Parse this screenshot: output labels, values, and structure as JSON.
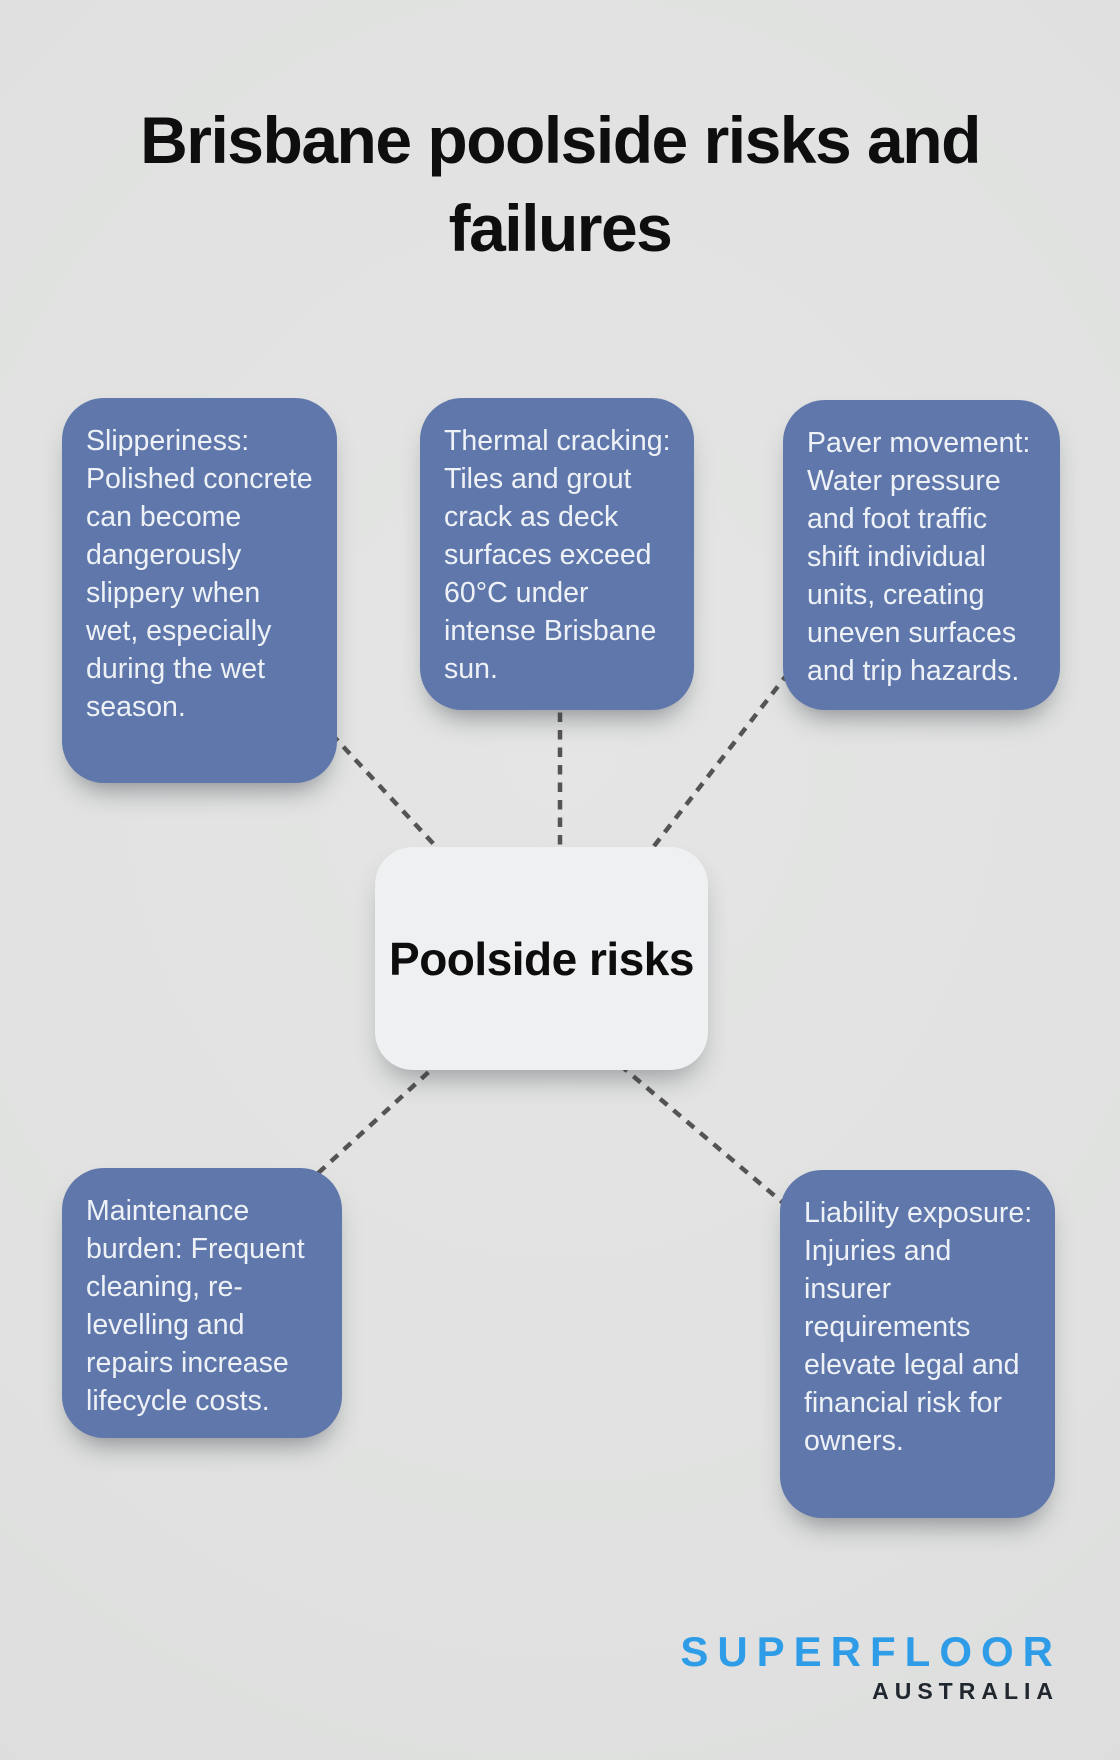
{
  "title": {
    "line1": "Brisbane poolside risks and",
    "line2": "failures"
  },
  "center": {
    "label": "Poolside risks"
  },
  "nodes": [
    {
      "id": "slipperiness",
      "text": "Slipperiness: Polished concrete can become dangerously slippery when wet, especially during the wet season."
    },
    {
      "id": "thermal-cracking",
      "text": "Thermal cracking: Tiles and grout crack as deck surfaces exceed 60°C under intense Brisbane sun."
    },
    {
      "id": "paver-movement",
      "text": "Paver movement: Water pressure and foot traffic shift individual units, creating uneven surfaces and trip hazards."
    },
    {
      "id": "maintenance-burden",
      "text": "Maintenance burden: Frequent cleaning, re-levelling and repairs increase lifecycle costs."
    },
    {
      "id": "liability-exposure",
      "text": "Liability exposure: Injuries and insurer requirements elevate legal and financial risk for owners."
    }
  ],
  "logo": {
    "brand": "SUPERFLOOR",
    "sub": "AUSTRALIA"
  },
  "colors": {
    "title_color": "#0e0e0e",
    "node_bg": "#5f77aa",
    "node_text": "#eef2f7",
    "center_bg": "#eff0f1",
    "center_text": "#0d0d0d",
    "connector_color": "#545454",
    "background": "#e0e1e0",
    "brand_blue": "#2f9ce8",
    "brand_dark": "#20272e"
  }
}
